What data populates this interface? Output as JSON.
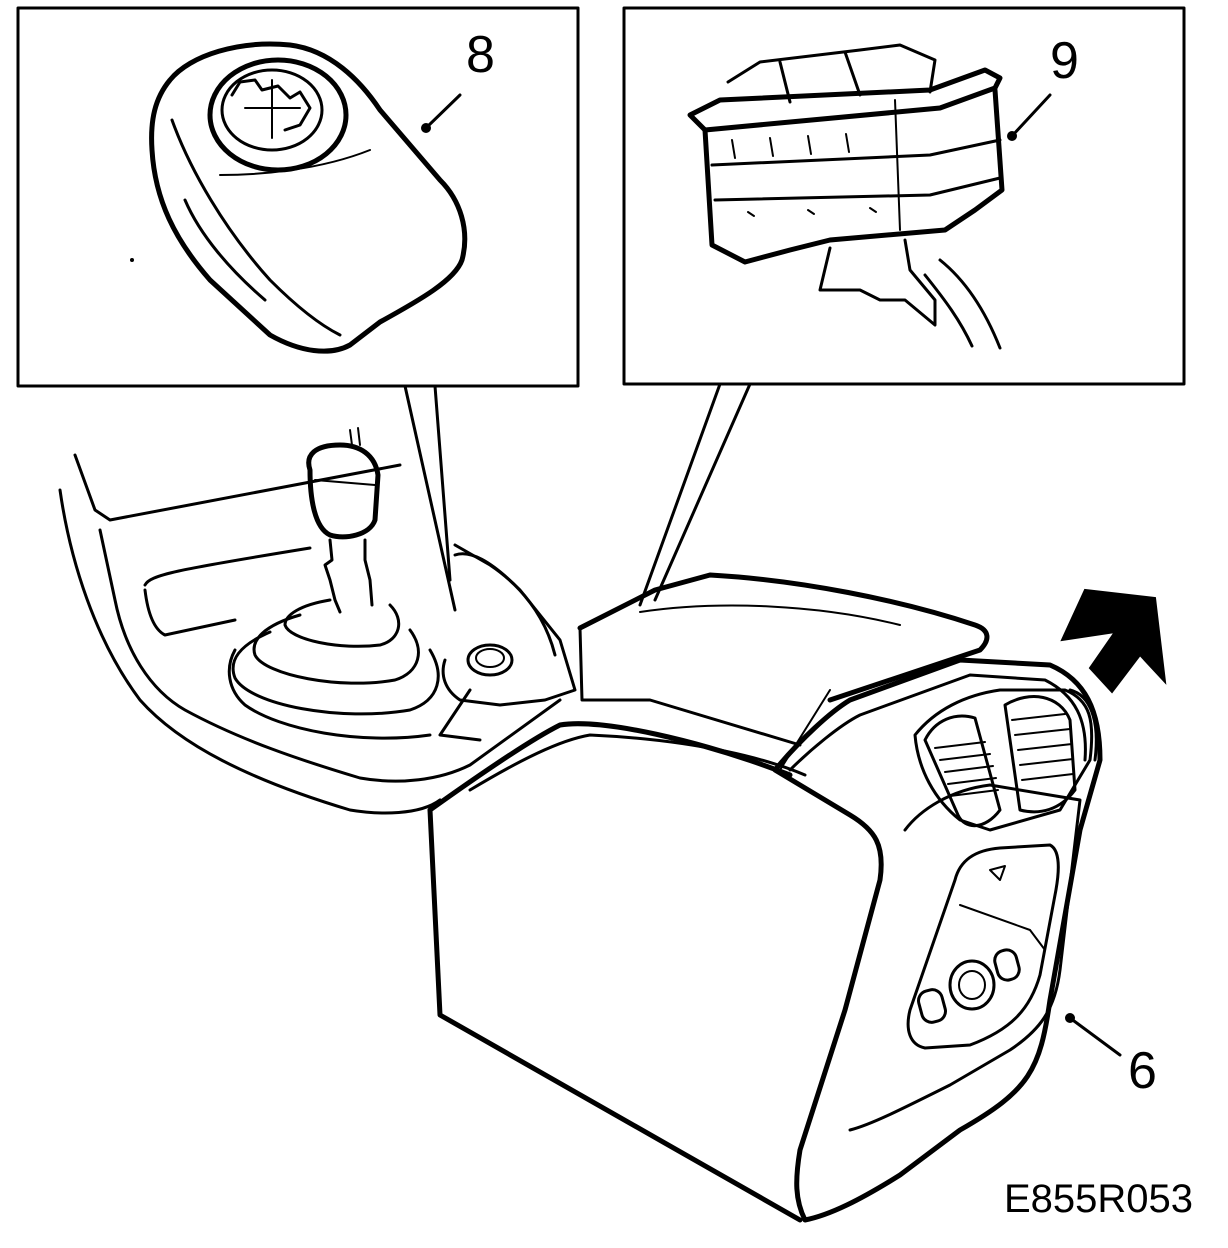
{
  "callouts": {
    "c8": "8",
    "c9": "9",
    "c6": "6"
  },
  "figure_code": "E855R053",
  "colors": {
    "ink": "#000000",
    "paper": "#ffffff"
  }
}
